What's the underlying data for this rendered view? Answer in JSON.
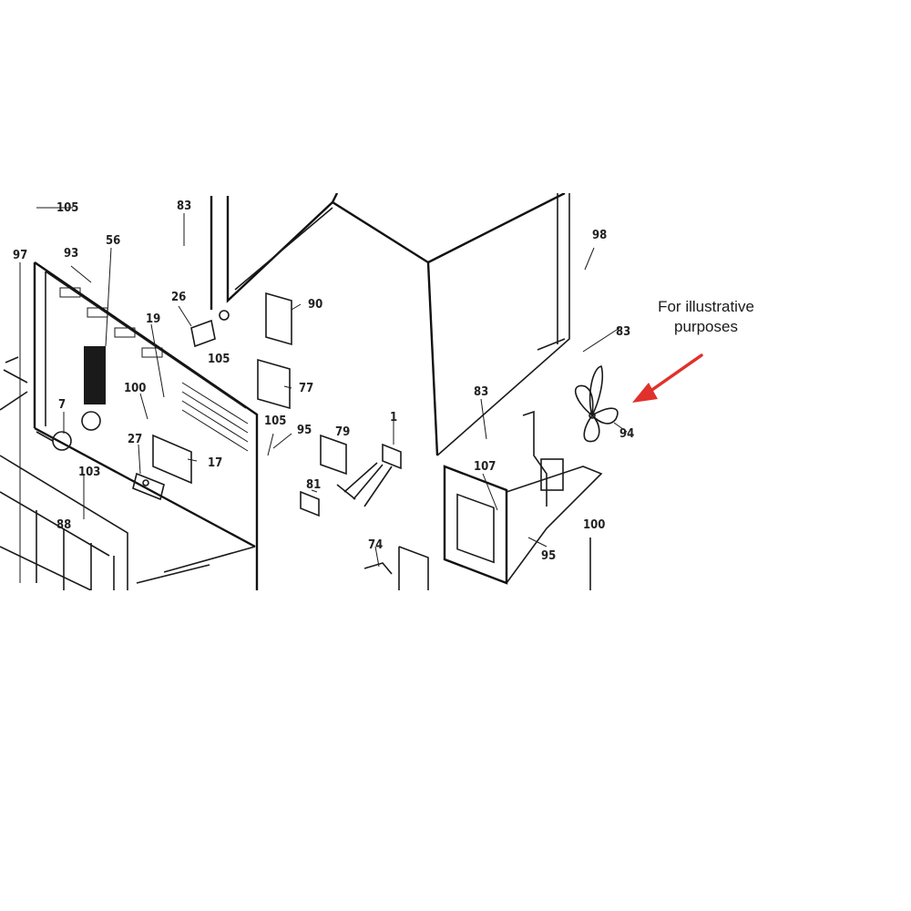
{
  "note": {
    "line1": "For illustrative",
    "line2": "purposes",
    "arrow_color": "#e0312c"
  },
  "callouts": [
    "105",
    "83",
    "97",
    "93",
    "56",
    "26",
    "90",
    "19",
    "105",
    "100",
    "77",
    "7",
    "27",
    "17",
    "105",
    "95",
    "79",
    "1",
    "83",
    "98",
    "83",
    "94",
    "103",
    "107",
    "81",
    "88",
    "74",
    "95",
    "100"
  ]
}
